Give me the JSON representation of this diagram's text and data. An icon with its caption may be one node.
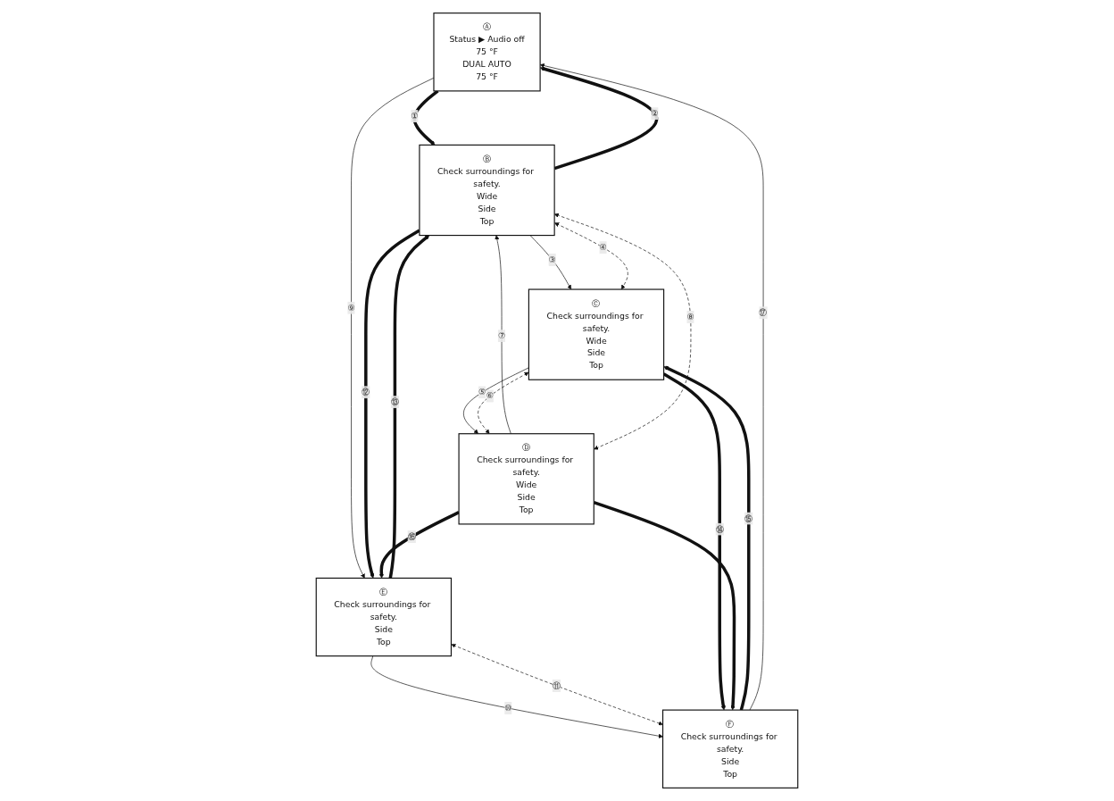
{
  "diagram": {
    "nodes": [
      {
        "text": [
          "Ⓐ",
          "Status ▶ Audio off",
          "75 °F",
          "DUAL AUTO",
          "75 °F"
        ]
      },
      {
        "text": [
          "Ⓑ",
          "Check surroundings for safety.",
          "Wide",
          "Side",
          "Top"
        ]
      },
      {
        "text": [
          "Ⓒ",
          "Check surroundings for safety.",
          "Wide",
          "Side",
          "Top"
        ]
      },
      {
        "text": [
          "Ⓓ",
          "Check surroundings for safety.",
          "Wide",
          "Side",
          "Top"
        ]
      },
      {
        "text": [
          "Ⓔ",
          "Check surroundings for safety.",
          "Side",
          "Top"
        ]
      },
      {
        "text": [
          "Ⓕ",
          "Check surroundings for safety.",
          "Side",
          "Top"
        ]
      }
    ],
    "edges": [
      {
        "from": 0,
        "to": 1,
        "arrow": "to",
        "label": "①",
        "style": "thick"
      },
      {
        "from": 1,
        "to": 0,
        "arrow": "to",
        "label": "②",
        "style": "thick"
      },
      {
        "from": 1,
        "to": 2,
        "arrow": "to",
        "label": "③"
      },
      {
        "from": 1,
        "to": 2,
        "arrow": "both",
        "label": "④",
        "style": "dashed"
      },
      {
        "from": 2,
        "to": 3,
        "arrow": "to",
        "label": "⑤"
      },
      {
        "from": 2,
        "to": 3,
        "arrow": "both",
        "label": "⑥",
        "style": "dashed"
      },
      {
        "from": 3,
        "to": 1,
        "arrow": "to",
        "label": "⑦"
      },
      {
        "from": 3,
        "to": 1,
        "arrow": "both",
        "label": "⑧",
        "style": "dashed"
      },
      {
        "from": 0,
        "to": 4,
        "arrow": "to",
        "label": "⑨"
      },
      {
        "from": 4,
        "to": 5,
        "arrow": "to",
        "label": "⑩"
      },
      {
        "from": 4,
        "to": 5,
        "arrow": "both",
        "label": "⑪",
        "style": "dashed"
      },
      {
        "from": 1,
        "to": 4,
        "arrow": "to",
        "label": "⑫",
        "style": "thick"
      },
      {
        "from": 4,
        "to": 1,
        "arrow": "to",
        "label": "⑬",
        "style": "thick"
      },
      {
        "from": 2,
        "to": 5,
        "arrow": "to",
        "label": "⑭",
        "style": "thick"
      },
      {
        "from": 5,
        "to": 2,
        "arrow": "to",
        "label": "⑮",
        "style": "thick"
      },
      {
        "from": 3,
        "to": 4,
        "arrow": "to",
        "label": "⑯",
        "style": "thick"
      },
      {
        "from": 3,
        "to": 5,
        "arrow": "to",
        "style": "thick"
      },
      {
        "from": 5,
        "to": 0,
        "arrow": "to",
        "label": "⑰"
      }
    ]
  }
}
